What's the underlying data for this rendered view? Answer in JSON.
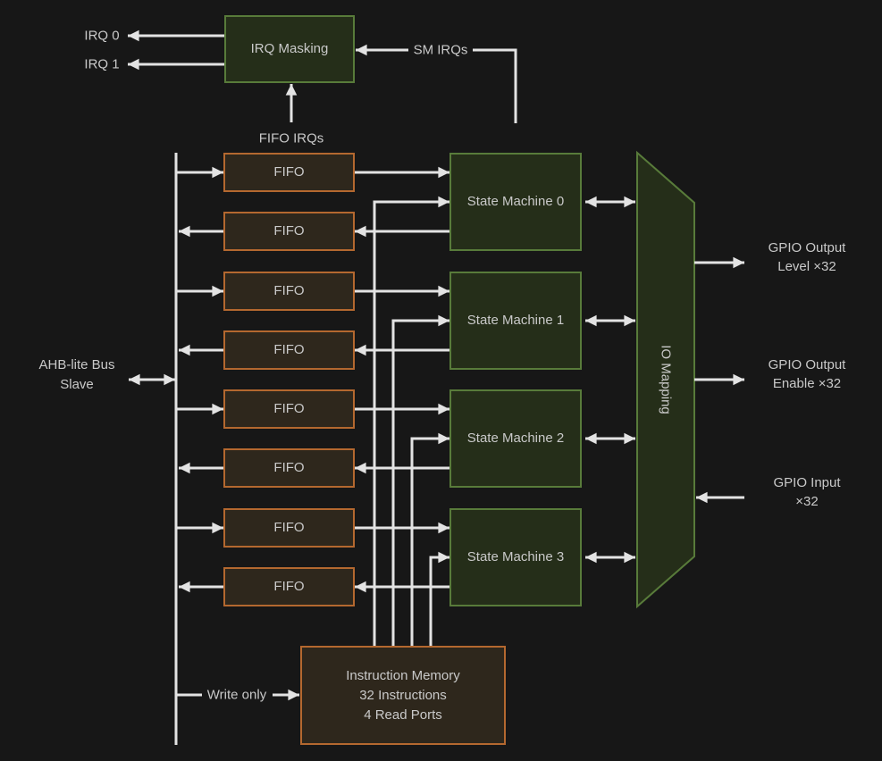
{
  "diagram": {
    "colors": {
      "background": "#171717",
      "line": "#e3e3e3",
      "text": "#c9c9c9",
      "green_box_fill": "#252e19",
      "green_box_border": "#587b3a",
      "orange_box_fill": "#2e271c",
      "orange_box_border": "#b4682f"
    },
    "irq_masking": {
      "label": "IRQ Masking"
    },
    "irq_outputs": [
      {
        "label": "IRQ 0"
      },
      {
        "label": "IRQ 1"
      }
    ],
    "sm_irqs": {
      "label": "SM IRQs"
    },
    "fifo_irqs": {
      "label": "FIFO IRQs"
    },
    "ahb": {
      "line1": "AHB-lite Bus",
      "line2": "Slave"
    },
    "write_only": {
      "label": "Write only"
    },
    "fifos": [
      {
        "label": "FIFO"
      },
      {
        "label": "FIFO"
      },
      {
        "label": "FIFO"
      },
      {
        "label": "FIFO"
      },
      {
        "label": "FIFO"
      },
      {
        "label": "FIFO"
      },
      {
        "label": "FIFO"
      },
      {
        "label": "FIFO"
      }
    ],
    "state_machines": [
      {
        "label": "State Machine 0"
      },
      {
        "label": "State Machine 1"
      },
      {
        "label": "State Machine 2"
      },
      {
        "label": "State Machine 3"
      }
    ],
    "io_mapping": {
      "label": "IO Mapping"
    },
    "instruction_memory": {
      "line1": "Instruction Memory",
      "line2": "32 Instructions",
      "line3": "4 Read Ports"
    },
    "gpio_labels": [
      {
        "line1": "GPIO Output",
        "line2": "Level ×32"
      },
      {
        "line1": "GPIO Output",
        "line2": "Enable ×32"
      },
      {
        "line1": "GPIO Input",
        "line2": "×32"
      }
    ]
  }
}
